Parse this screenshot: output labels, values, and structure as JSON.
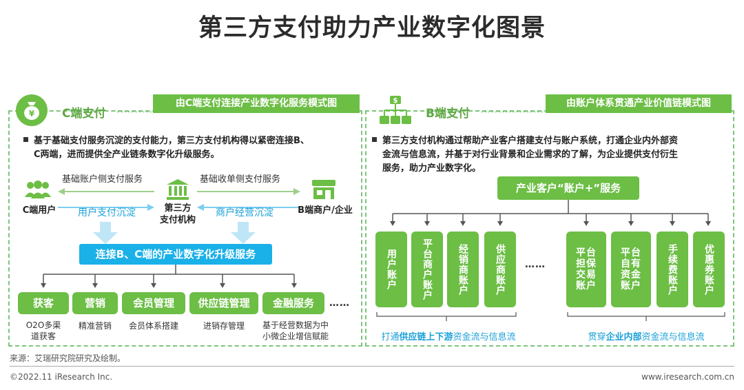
{
  "title": "第三方支付助力产业数字化图景",
  "left": {
    "section_title": "C端支付",
    "tag": "由C端支付连接产业数字化服务模式图",
    "bullet": [
      "基于基础支付服务沉淀的支付能力，第三方支付机构得以紧密连接B、",
      "C两端，进而提供全产业链条数字化升级服务。"
    ],
    "flow": {
      "top_left_label": "基础账户侧支付服务",
      "top_right_label": "基础收单侧支付服务",
      "bottom_left_label": "用户支付沉淀",
      "bottom_right_label": "商户经营沉淀",
      "node_left": "C端用户",
      "node_center": [
        "第三方",
        "支付机构"
      ],
      "node_right": "B端商户/企业"
    },
    "connect_box": "连接B、C端的产业数字化升级服务",
    "services": [
      {
        "name": "获客",
        "desc": [
          "O2O多渠",
          "道获客"
        ]
      },
      {
        "name": "营销",
        "desc": [
          "精准营销"
        ]
      },
      {
        "name": "会员管理",
        "desc": [
          "会员体系搭建"
        ]
      },
      {
        "name": "供应链管理",
        "desc": [
          "进销存管理"
        ]
      },
      {
        "name": "金融服务",
        "desc": [
          "基于经营数据为中",
          "小微企业增信赋能"
        ]
      }
    ],
    "ellipsis": "……"
  },
  "right": {
    "section_title": "B端支付",
    "tag": "由账户体系贯通产业价值链模式图",
    "bullet": [
      "第三方支付机构通过帮助产业客户搭建支付与账户系统，打通企业内外部资",
      "金流与信息流，并基于对行业背景和企业需求的了解，为企业提供支付衍生",
      "服务，助力产业数字化。"
    ],
    "top_box": "产业客户“账户+”服务",
    "accounts_left": [
      "用户账户",
      "平台商户账户",
      "经销商账户",
      "供应商账户"
    ],
    "accounts_right": [
      "平台担保交易账户",
      "平台自有资金账户",
      "手续费账户",
      "优惠券账户"
    ],
    "ellipsis": "……",
    "caption_left": {
      "pre": "打通",
      "bold": "供应链上下游",
      "post": "资金流与信息流"
    },
    "caption_right": {
      "pre": "贯穿",
      "bold": "企业内部",
      "post": "资金流与信息流"
    }
  },
  "source": "来源：艾瑞研究院研究及绘制。",
  "copyright": "©2022.11 iResearch Inc.",
  "website": "www.iresearch.com.cn",
  "colors": {
    "green": "#6cbe45",
    "blue": "#1ab0e8",
    "dark_text": "#2b2b2b"
  }
}
